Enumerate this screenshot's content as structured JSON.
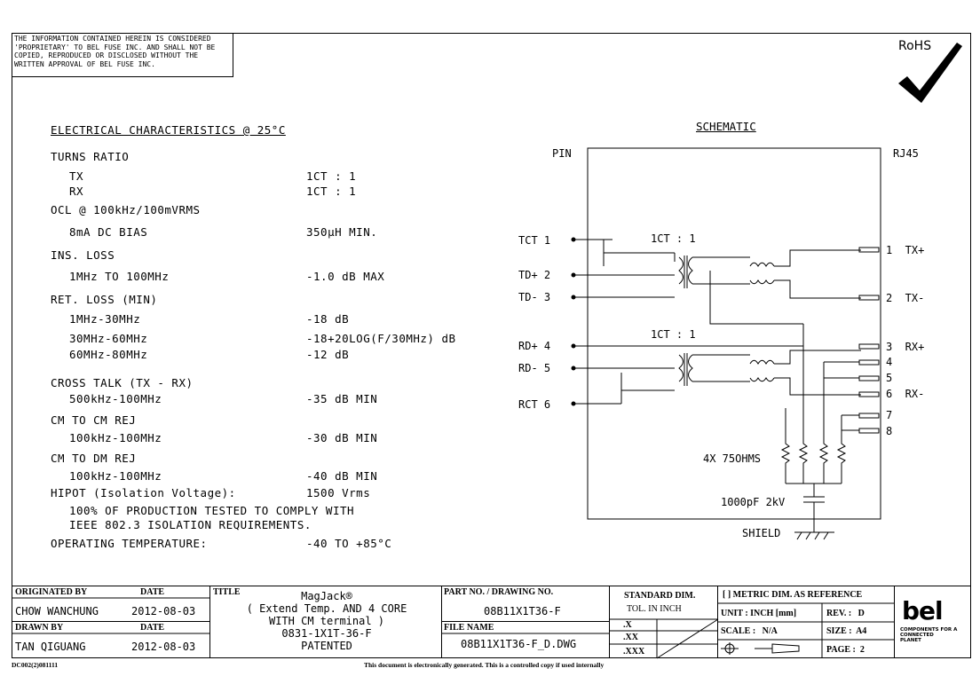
{
  "proprietary_notice": "THE INFORMATION CONTAINED HEREIN IS CONSIDERED\n'PROPRIETARY' TO BEL FUSE INC. AND SHALL NOT BE\nCOPIED, REPRODUCED OR DISCLOSED WITHOUT THE\nWRITTEN APPROVAL OF BEL FUSE INC.",
  "rohs_label": "RoHS",
  "electrical": {
    "heading": "ELECTRICAL CHARACTERISTICS @ 25°C",
    "rows": [
      {
        "label": "TURNS RATIO",
        "value": ""
      },
      {
        "label": "TX",
        "value": "1CT : 1"
      },
      {
        "label": "RX",
        "value": "1CT : 1"
      },
      {
        "label": "OCL @ 100kHz/100mVRMS",
        "value": ""
      },
      {
        "label": "8mA DC BIAS",
        "value": "350µH MIN."
      },
      {
        "label": "INS. LOSS",
        "value": ""
      },
      {
        "label": "1MHz TO 100MHz",
        "value": "-1.0 dB MAX"
      },
      {
        "label": "RET. LOSS (MIN)",
        "value": ""
      },
      {
        "label": "1MHz-30MHz",
        "value": "-18 dB"
      },
      {
        "label": "30MHz-60MHz",
        "value": "-18+20LOG(F/30MHz) dB"
      },
      {
        "label": "60MHz-80MHz",
        "value": "-12 dB"
      },
      {
        "label": "CROSS TALK (TX - RX)",
        "value": ""
      },
      {
        "label": "500kHz-100MHz",
        "value": "-35 dB MIN"
      },
      {
        "label": "CM TO CM REJ",
        "value": ""
      },
      {
        "label": "100kHz-100MHz",
        "value": "-30 dB MIN"
      },
      {
        "label": "CM TO DM REJ",
        "value": ""
      },
      {
        "label": "100kHz-100MHz",
        "value": "-40 dB MIN"
      },
      {
        "label": "HIPOT (Isolation Voltage):",
        "value": "1500 Vrms"
      },
      {
        "label": "100% OF PRODUCTION TESTED TO COMPLY WITH",
        "value": ""
      },
      {
        "label": "IEEE 802.3 ISOLATION REQUIREMENTS.",
        "value": ""
      },
      {
        "label": "OPERATING TEMPERATURE:",
        "value": "-40 TO +85°C"
      }
    ]
  },
  "schematic": {
    "title": "SCHEMATIC",
    "pin_header": "PIN",
    "rj45_header": "RJ45",
    "tx_ratio": "1CT : 1",
    "rx_ratio": "1CT : 1",
    "left_pins": [
      "TCT 1",
      "TD+ 2",
      "TD- 3",
      "RD+ 4",
      "RD- 5",
      "RCT 6"
    ],
    "right_pins": [
      "1  TX+",
      "2  TX-",
      "3  RX+",
      "4",
      "5",
      "6  RX-",
      "7",
      "8"
    ],
    "resistor_label": "4X 75OHMS",
    "cap_label": "1000pF 2kV",
    "shield_label": "SHIELD"
  },
  "title_block": {
    "originated_by_label": "ORIGINATED BY",
    "originated_by": "CHOW WANCHUNG",
    "date_label": "DATE",
    "originated_date": "2012-08-03",
    "drawn_by_label": "DRAWN BY",
    "drawn_by": "TAN QIGUANG",
    "drawn_date": "2012-08-03",
    "title_label": "TITLE",
    "title_lines": [
      "MagJack®",
      "( Extend Temp. AND 4 CORE",
      "WITH CM terminal )",
      "0831-1X1T-36-F",
      "PATENTED"
    ],
    "part_label": "PART NO. / DRAWING NO.",
    "part_no": "08B11X1T36-F",
    "file_label": "FILE NAME",
    "file_name": "08B11X1T36-F_D.DWG",
    "std_dim_line1": "STANDARD DIM.",
    "std_dim_line2": "TOL. IN INCH",
    "tol_x": ".X",
    "tol_xx": ".XX",
    "tol_xxx": ".XXX",
    "metric_ref": "[ ] METRIC DIM. AS REFERENCE",
    "unit": "UNIT : INCH [mm]",
    "rev": "REV. :   D",
    "scale": "SCALE :   N/A",
    "size": "SIZE :  A4",
    "page": "PAGE :  2",
    "logo": "bel",
    "logo_sub": "COMPONENTS FOR A\nCONNECTED\nPLANET"
  },
  "footer": {
    "doc_code": "DC002(2)081111",
    "notice": "This document is electronically generated. This is a controlled copy if used internally"
  }
}
